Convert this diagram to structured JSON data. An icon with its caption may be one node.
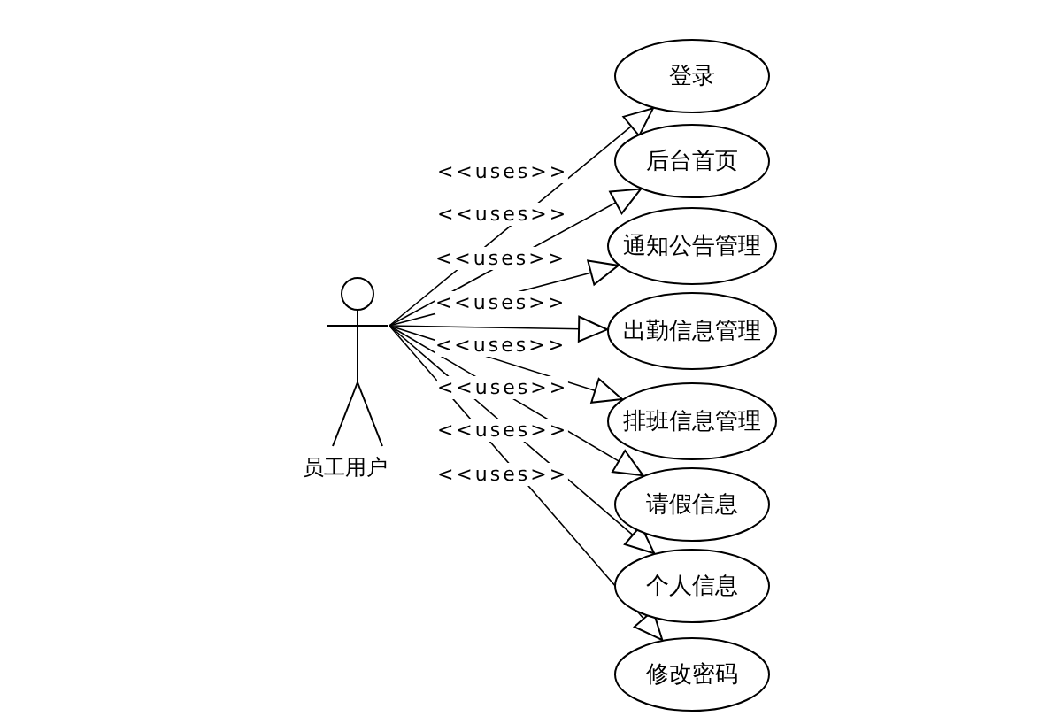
{
  "diagram": {
    "nodes": [
      {
        "text": [
          "员工用户"
        ]
      },
      {
        "text": [
          "登录"
        ]
      },
      {
        "text": [
          "后台首页"
        ]
      },
      {
        "text": [
          "通知公告管理"
        ]
      },
      {
        "text": [
          "出勤信息管理"
        ]
      },
      {
        "text": [
          "排班信息管理"
        ]
      },
      {
        "text": [
          "请假信息"
        ]
      },
      {
        "text": [
          "个人信息"
        ]
      },
      {
        "text": [
          "修改密码"
        ]
      }
    ],
    "edges": [
      {
        "from": 0,
        "to": 1,
        "arrow": "to",
        "label": "<<uses>>"
      },
      {
        "from": 0,
        "to": 2,
        "arrow": "to",
        "label": "<<uses>>"
      },
      {
        "from": 0,
        "to": 3,
        "arrow": "to",
        "label": "<<uses>>"
      },
      {
        "from": 0,
        "to": 4,
        "arrow": "to",
        "label": "<<uses>>"
      },
      {
        "from": 0,
        "to": 5,
        "arrow": "to",
        "label": "<<uses>>"
      },
      {
        "from": 0,
        "to": 6,
        "arrow": "to",
        "label": "<<uses>>"
      },
      {
        "from": 0,
        "to": 7,
        "arrow": "to",
        "label": "<<uses>>"
      },
      {
        "from": 0,
        "to": 8,
        "arrow": "to",
        "label": "<<uses>>"
      }
    ]
  }
}
